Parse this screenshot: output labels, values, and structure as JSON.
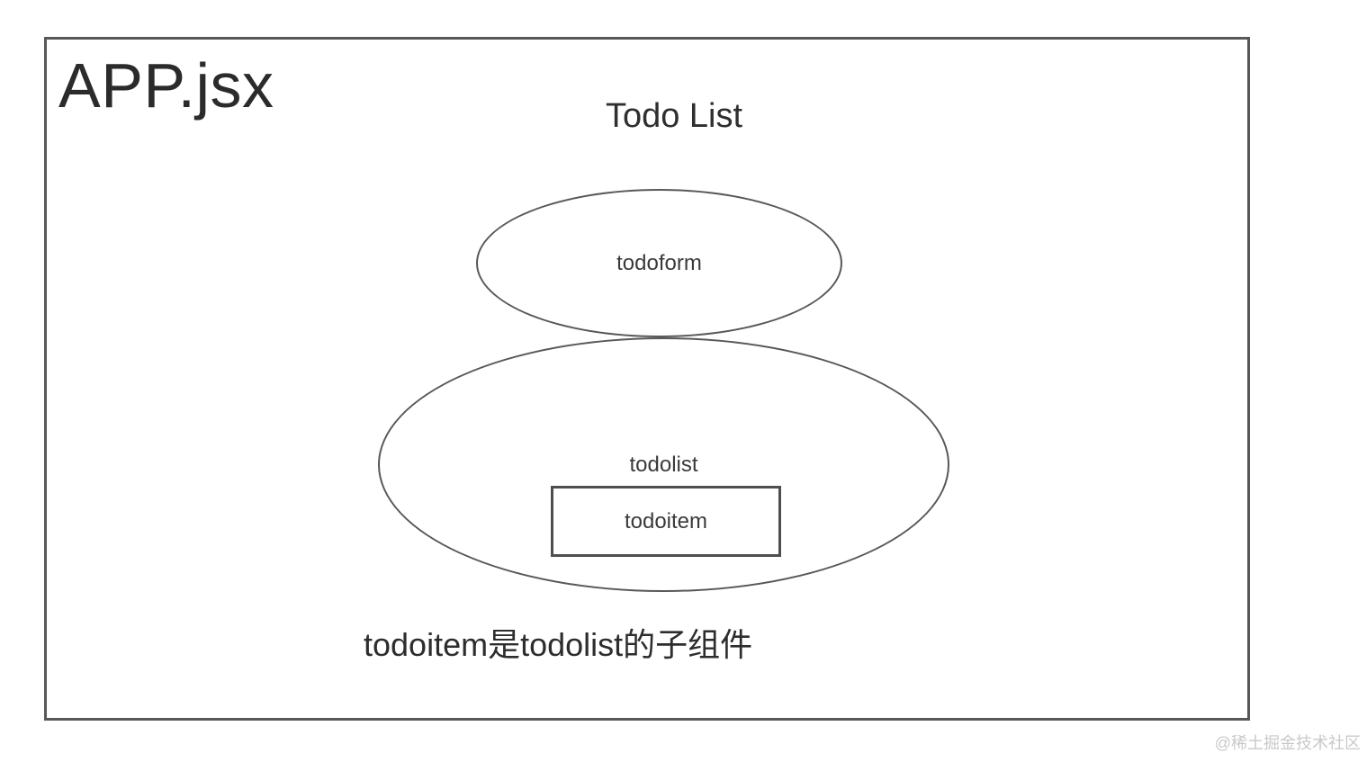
{
  "frame": {
    "file_title": "APP.jsx",
    "heading": "Todo List",
    "caption": "todoitem是todolist的子组件"
  },
  "nodes": {
    "todoform": "todoform",
    "todolist": "todolist",
    "todoitem": "todoitem"
  },
  "watermark": "@稀土掘金技术社区",
  "colors": {
    "background": "#ffffff",
    "frame_border": "#57585a",
    "ellipse_stroke": "#57585a",
    "rect_border": "#4c4e50",
    "title_text": "#2b2b2b",
    "heading_text": "#2f2f2f",
    "node_label_text": "#3a3a3a",
    "caption_text": "#2d2d2d",
    "watermark_text": "#c9c9c9"
  }
}
